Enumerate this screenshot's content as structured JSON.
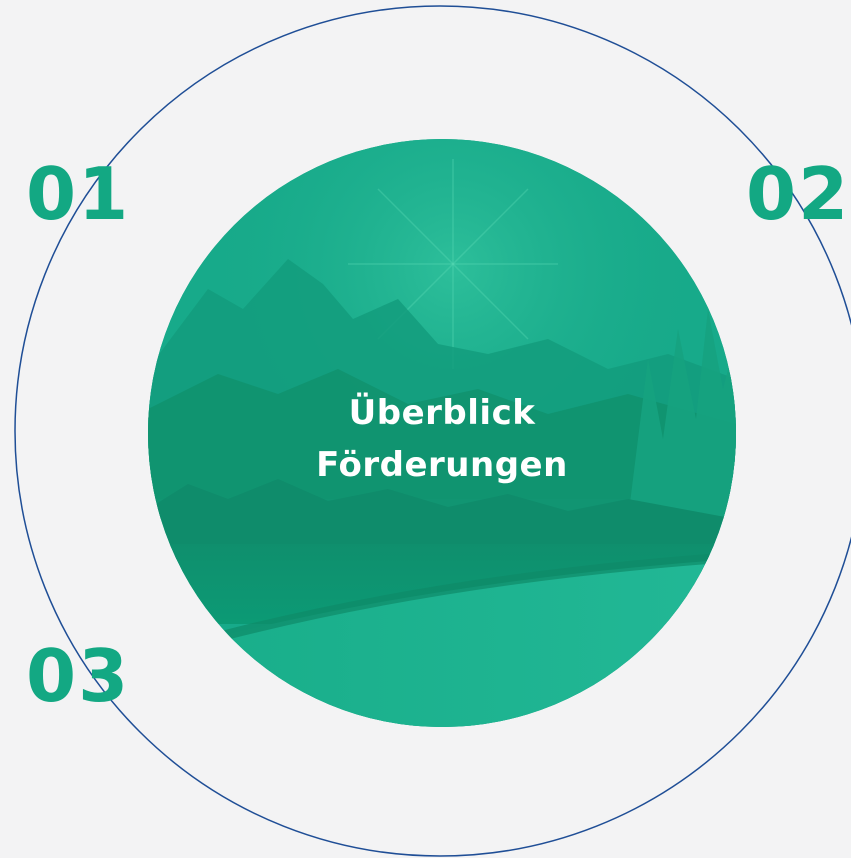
{
  "colors": {
    "background": "#f3f3f4",
    "ring": "#1f4e96",
    "accent": "#13a883",
    "circle_fill": "#15a585",
    "title_text": "#ffffff"
  },
  "center": {
    "title_line1": "Überblick",
    "title_line2": "Förderungen",
    "image": "mountain-lake-landscape-image"
  },
  "steps": [
    {
      "number": "01"
    },
    {
      "number": "02"
    },
    {
      "number": "03"
    }
  ]
}
